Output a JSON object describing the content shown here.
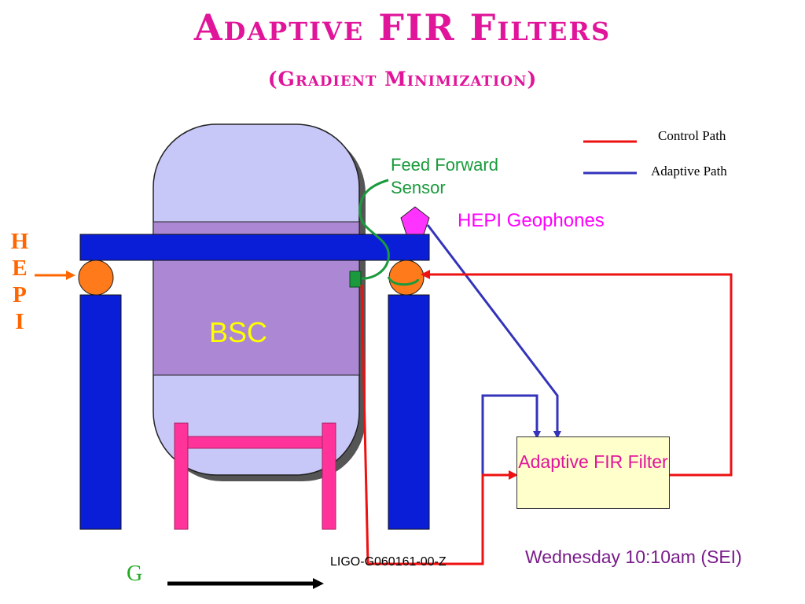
{
  "title": {
    "main": "Adaptive FIR Filters",
    "sub": "(Gradient Minimization)"
  },
  "legend": {
    "control_path": "Control Path",
    "adaptive_path": "Adaptive Path"
  },
  "labels": {
    "feed_forward_sensor": "Feed Forward Sensor",
    "hepi_geophones": "HEPI Geophones",
    "bsc": "BSC",
    "adaptive_fir_filter": "Adaptive FIR Filter",
    "hepi_letters": [
      "H",
      "E",
      "P",
      "I"
    ],
    "ligo_id": "LIGO-G060161-00-Z",
    "date": "Wednesday 10:10am (SEI)",
    "g": "G"
  },
  "colors": {
    "control_path": "#ee1111",
    "adaptive_path": "#3333bb",
    "title": "#e0159a",
    "chamber": "#c8c8f8",
    "chamber_band": "#ab87d4",
    "piers": "#0a1ed8",
    "actuators": "#ff7a1a",
    "stand": "#ff3399",
    "geophone": "#ff33ff",
    "sensor": "#1a9a3c"
  }
}
